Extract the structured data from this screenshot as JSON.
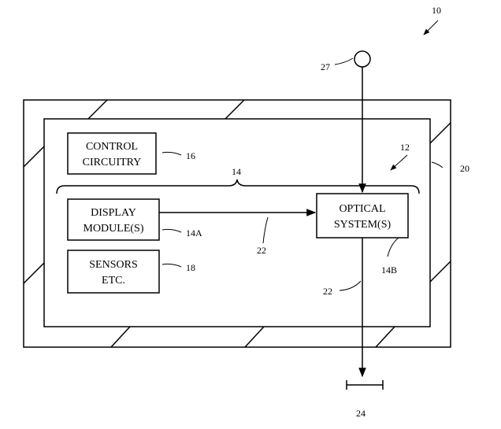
{
  "refs": {
    "system": "10",
    "head_mounted_device": "12",
    "display": "14",
    "display_module": "14A",
    "optical_system": "14B",
    "control": "16",
    "sensors": "18",
    "housing": "20",
    "light_top": "22",
    "light_bottom": "22",
    "eye": "24",
    "external_object": "27"
  },
  "boxes": {
    "control_line1": "CONTROL",
    "control_line2": "CIRCUITRY",
    "display_line1": "DISPLAY",
    "display_line2": "MODULE(S)",
    "sensors_line1": "SENSORS",
    "sensors_line2": "ETC.",
    "optical_line1": "OPTICAL",
    "optical_line2": "SYSTEM(S)"
  }
}
